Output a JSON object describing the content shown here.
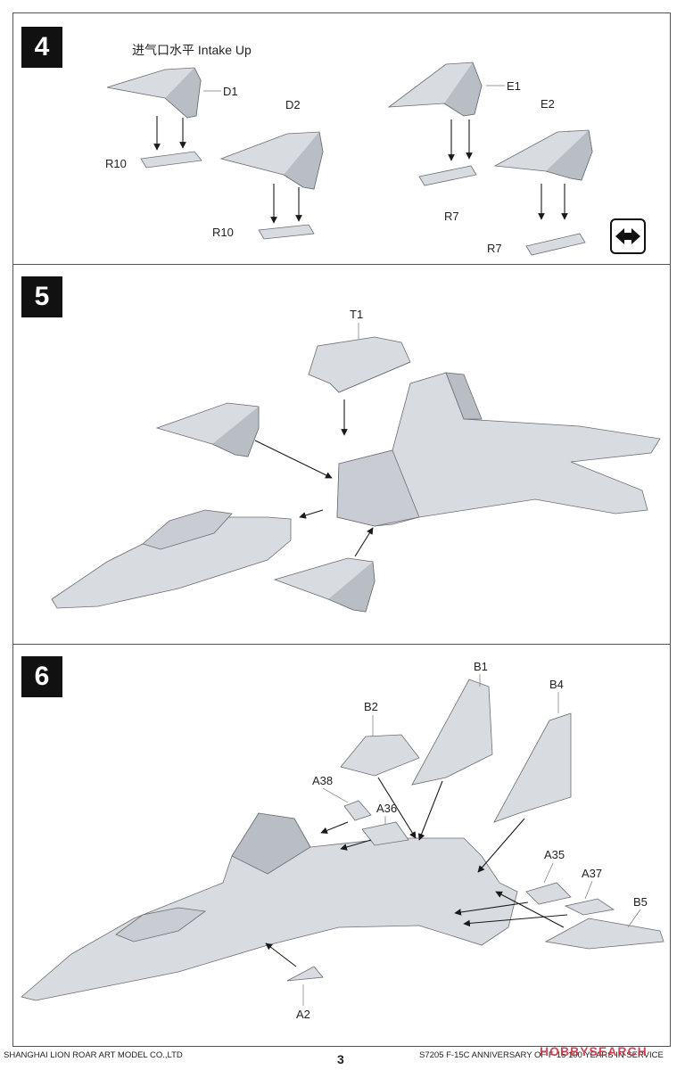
{
  "steps": [
    {
      "number": "4",
      "title": "进气口水平  Intake Up"
    },
    {
      "number": "5",
      "title": ""
    },
    {
      "number": "6",
      "title": ""
    }
  ],
  "step4_labels": [
    "D1",
    "D2",
    "R10",
    "R10",
    "E1",
    "E2",
    "R7",
    "R7"
  ],
  "step5_labels": [
    "T1"
  ],
  "step6_labels": [
    "B1",
    "B4",
    "B2",
    "A38",
    "A36",
    "A35",
    "A37",
    "B5",
    "A2"
  ],
  "icons": {
    "mirror": "mirror-left-right-icon"
  },
  "colors": {
    "part_fill": "#d8dbe0",
    "part_shade": "#b9bdc4",
    "stroke": "#6b6f75",
    "arrow": "#1a1a1a"
  },
  "footer": {
    "company": "SHANGHAI LION ROAR ART MODEL CO.,LTD",
    "page_number": "3",
    "product": "S7205 F-15C ANNIVERSARY OF F-15 100 YEARS IN SERVICE",
    "watermark": "HOBBYSEARCH"
  }
}
